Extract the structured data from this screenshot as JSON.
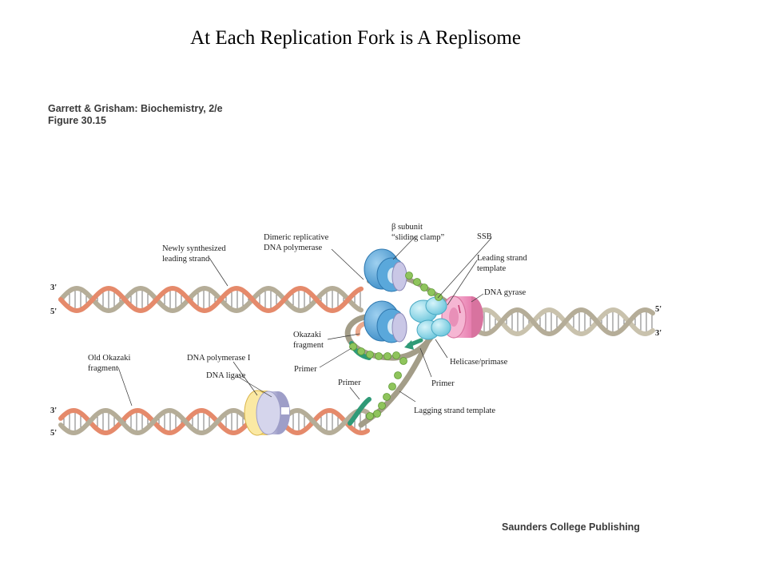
{
  "slide": {
    "title": "At Each Replication Fork is A Replisome"
  },
  "figure": {
    "caption_line1": "Garrett & Grisham: Biochemistry, 2/e",
    "caption_line2": "Figure 30.15",
    "publisher": "Saunders College Publishing",
    "strand_ends": {
      "upper_left_top": "3'",
      "upper_left_bottom": "5'",
      "upper_right_top": "5'",
      "upper_right_bottom": "3'",
      "lower_left_top": "3'",
      "lower_left_bottom": "5'"
    },
    "labels": {
      "newly_synth_1": "Newly synthesized",
      "newly_synth_2": "leading strand",
      "dimeric_1": "Dimeric replicative",
      "dimeric_2": "DNA polymerase",
      "beta_1": "β subunit",
      "beta_2": "“sliding clamp”",
      "ssb": "SSB",
      "leading_template_1": "Leading strand",
      "leading_template_2": "template",
      "gyrase": "DNA gyrase",
      "okazaki_1": "Okazaki",
      "okazaki_2": "fragment",
      "primer_left": "Primer",
      "primer_lower": "Primer",
      "primer_right": "Primer",
      "helicase": "Helicase/primase",
      "old_okazaki_1": "Old Okazaki",
      "old_okazaki_2": "fragment",
      "pol1": "DNA polymerase I",
      "ligase": "DNA ligase",
      "lagging_template": "Lagging strand template"
    },
    "colors": {
      "new_strand": "#e58a6b",
      "template_strand": "#b5ad98",
      "polymerase": "#4f9fd6",
      "helicase": "#8fd8e8",
      "gyrase": "#f39ac2",
      "ssb": "#8fc45c",
      "primer": "#2f9a77",
      "pol1": "#f4dc78",
      "ligase": "#b5b5d9"
    }
  }
}
